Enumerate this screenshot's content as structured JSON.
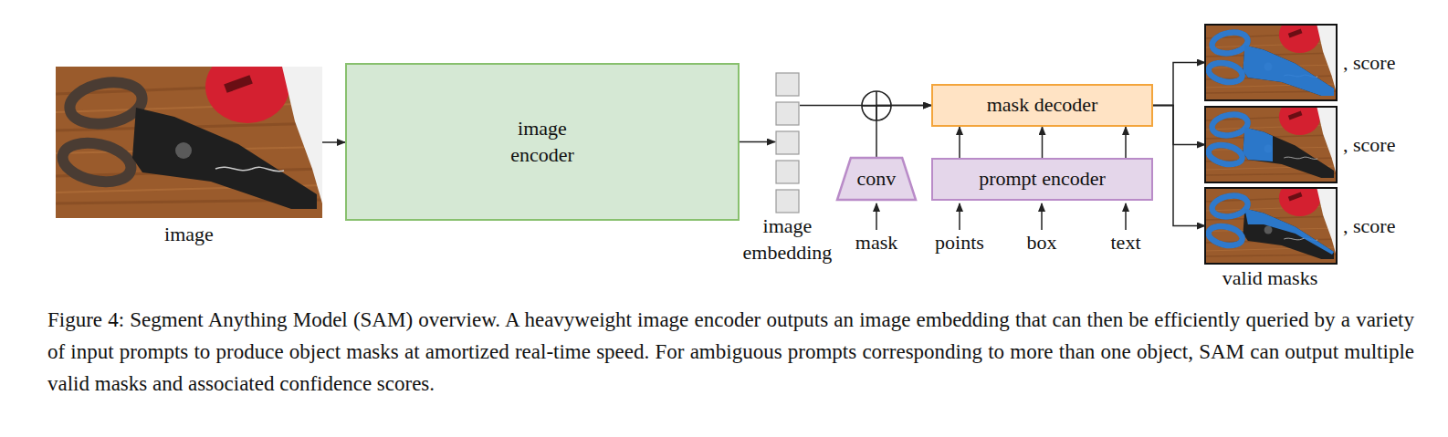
{
  "diagram": {
    "caption": "Figure 4: Segment Anything Model (SAM) overview. A heavyweight image encoder outputs an image embedding that can then be efficiently queried by a variety of input prompts to produce object masks at amortized real-time speed. For ambiguous prompts corresponding to more than one object, SAM can output multiple valid masks and associated confidence scores.",
    "nodes": [
      {
        "text": [
          "image"
        ]
      },
      {
        "text": [
          "image encoder"
        ]
      },
      {
        "text": [
          "image embedding"
        ]
      },
      {
        "text": [
          "conv"
        ]
      },
      {
        "text": [
          "mask decoder"
        ]
      },
      {
        "text": [
          "prompt encoder"
        ]
      },
      {
        "text": [
          ", score"
        ]
      },
      {
        "text": [
          ", score"
        ]
      },
      {
        "text": [
          ", score"
        ]
      }
    ],
    "edges": [
      {
        "from": 0,
        "to": 1,
        "arrow": "to"
      },
      {
        "from": 1,
        "to": 2,
        "arrow": "to"
      },
      {
        "from": 2,
        "to": 4,
        "arrow": "to"
      },
      {
        "from": 3,
        "to": 4,
        "arrow": "to"
      },
      {
        "from": 5,
        "to": 4,
        "arrow": "to"
      },
      {
        "from": 5,
        "to": 4,
        "arrow": "to"
      },
      {
        "from": 5,
        "to": 4,
        "arrow": "to"
      },
      {
        "from": 4,
        "to": 6,
        "arrow": "to"
      },
      {
        "from": 4,
        "to": 7,
        "arrow": "to"
      },
      {
        "from": 4,
        "to": 8,
        "arrow": "to"
      }
    ],
    "labels": [
      "mask",
      "points",
      "box",
      "text",
      "valid masks"
    ]
  }
}
